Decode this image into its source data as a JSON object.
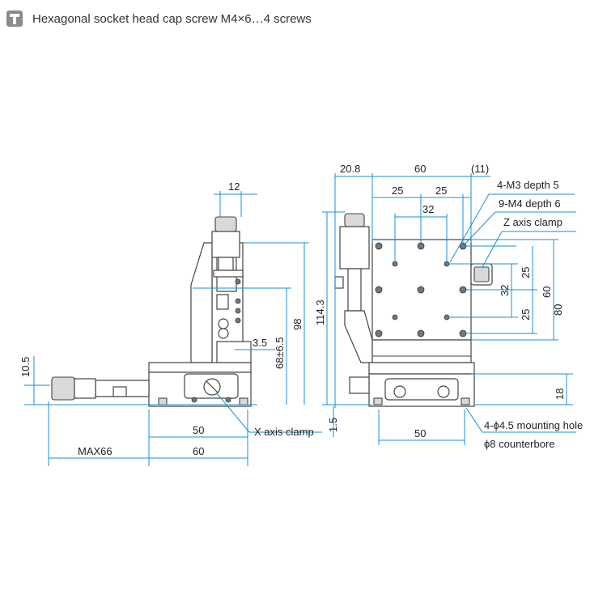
{
  "header": {
    "icon": "screw-icon",
    "title": "Hexagonal socket head cap screw M4×6…4 screws"
  },
  "side_view": {
    "dim_12": "12",
    "dim_3_5": "3.5",
    "dim_68": "68±6.5",
    "dim_98": "98",
    "dim_10_5": "10.5",
    "dim_50": "50",
    "dim_60": "60",
    "dim_max66": "MAX66",
    "x_axis_clamp": "X axis clamp"
  },
  "front_view": {
    "dim_20_8": "20.8",
    "dim_60_top": "60",
    "dim_11": "(11)",
    "dim_25_a": "25",
    "dim_25_b": "25",
    "dim_32_h": "32",
    "label_m3": "4-M3 depth 5",
    "label_m4": "9-M4 depth 6",
    "label_z_clamp": "Z axis clamp",
    "dim_114_3": "114.3",
    "dim_25_c": "25",
    "dim_32_v": "32",
    "dim_25_d": "25",
    "dim_60_v": "60",
    "dim_80": "80",
    "dim_18": "18",
    "dim_1_5": "1.5",
    "dim_50_bottom": "50",
    "label_mount_hole": "4-ϕ4.5 mounting hole",
    "label_counterbore": "ϕ8 counterbore"
  },
  "colors": {
    "dimension_line": "#1a8fd8",
    "outline": "#444444",
    "header_badge": "#8a8a8a"
  }
}
